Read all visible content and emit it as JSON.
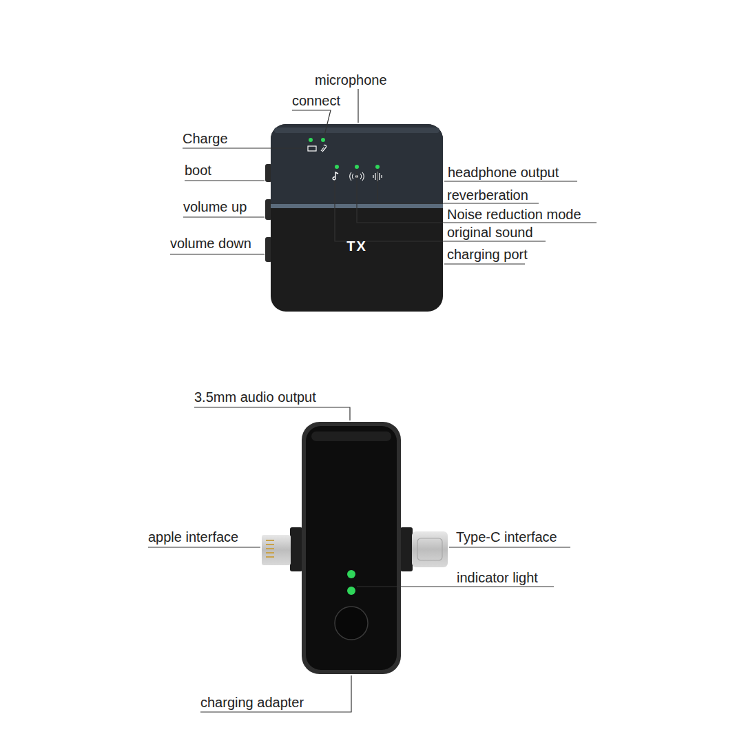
{
  "diagram": {
    "nodes": [
      {
        "text": [
          "TX"
        ]
      }
    ],
    "labels": [
      "microphone",
      "connect",
      "Charge",
      "boot",
      "volume up",
      "volume down",
      "headphone output",
      "reverberation",
      "Noise reduction mode",
      "original sound",
      "charging port",
      "3.5mm audio output",
      "apple interface",
      "Type-C interface",
      "indicator light",
      "charging adapter"
    ]
  }
}
